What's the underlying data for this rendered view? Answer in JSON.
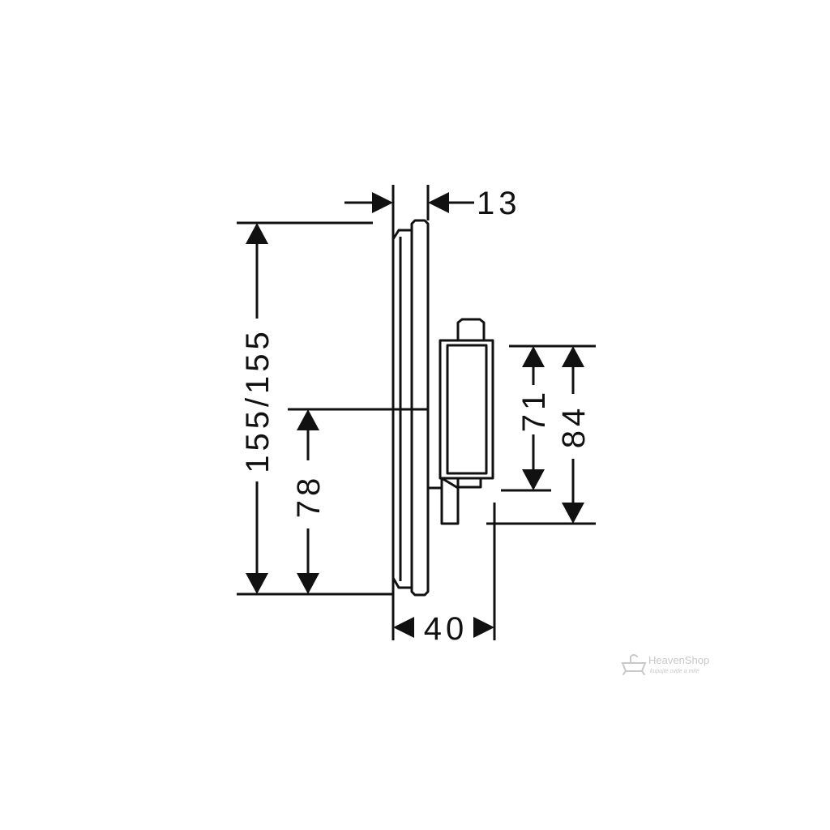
{
  "diagram": {
    "dimensions": {
      "top_depth": "13",
      "total_height": "155/155",
      "lower_height": "78",
      "inner_height": "71",
      "outer_height": "84",
      "bottom_width": "40"
    },
    "watermark": {
      "brand": "HeavenShop",
      "tagline": "kupujte ovde a mite"
    },
    "colors": {
      "stroke": "#111111",
      "background": "#ffffff",
      "watermark": "#c9c9c9"
    }
  }
}
